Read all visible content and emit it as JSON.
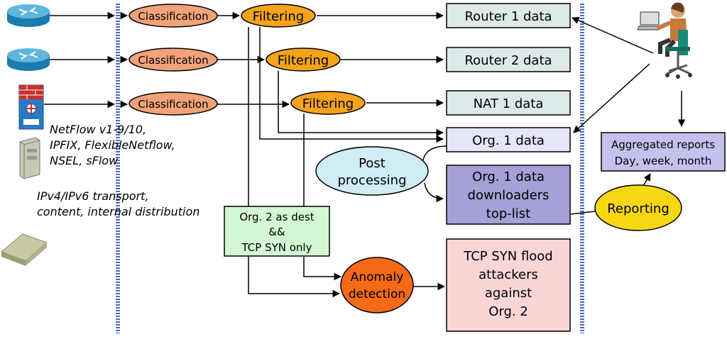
{
  "sources": {
    "protocols": [
      "NetFlow v1-9/10,",
      "IPFIX, FlexibleNetflow,",
      "NSEL, sFlow"
    ],
    "transport": [
      "IPv4/IPv6 transport,",
      "content, internal distribution"
    ]
  },
  "classification": {
    "r1": "Classification",
    "r2": "Classification",
    "r3": "Classification"
  },
  "filtering": {
    "r1": "Filtering",
    "r2": "Filtering",
    "r3": "Filtering"
  },
  "storage": {
    "router1": "Router 1 data",
    "router2": "Router 2 data",
    "nat1": "NAT 1 data",
    "org1": "Org. 1 data"
  },
  "post_processing": [
    "Post",
    "processing"
  ],
  "toplist": [
    "Org. 1 data",
    "downloaders",
    "top-list"
  ],
  "org2_filter": [
    "Org. 2 as dest",
    "&&",
    "TCP SYN only"
  ],
  "anomaly": [
    "Anomaly",
    "detection"
  ],
  "attackers": [
    "TCP SYN flood",
    "attackers",
    "against",
    "Org. 2"
  ],
  "reporting": "Reporting",
  "aggregated": [
    "Aggregated reports",
    "Day, week, month"
  ],
  "colors": {
    "classification": "#f0a278",
    "filtering": "#f5a31a",
    "storage": "#dde9e9",
    "org1": "#e6e6fa",
    "post": "#d0ecf4",
    "toplist": "#a3a1d6",
    "org2": "#d3f7d3",
    "anomaly": "#f46a16",
    "attackers": "#f9d5d6",
    "reporting": "#f7d614",
    "aggregated": "#c4c1ee",
    "bar": "#4a6ab8"
  },
  "icons": [
    "router-icon",
    "router-icon",
    "firewall-icon",
    "server-icon",
    "disk-icon",
    "user-at-computer-icon"
  ]
}
